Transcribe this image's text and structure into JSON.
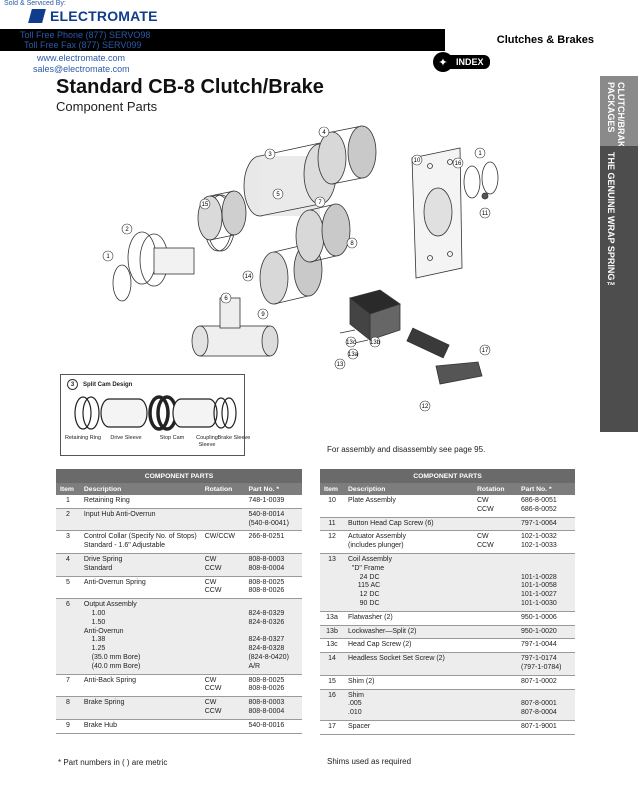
{
  "vendor": {
    "sold_by": "Sold & Serviced By:",
    "brand": "ELECTROMATE",
    "phone": "Toll Free Phone (877) SERVO98",
    "fax": "Toll Free Fax (877) SERV099",
    "web": "www.electromate.com",
    "email": "sales@electromate.com"
  },
  "header": {
    "section": "Clutches & Brakes",
    "index_label": "INDEX"
  },
  "side_tabs": [
    "CLUTCH/BRAKE PACKAGES",
    "THE GENUINE WRAP SPRING™"
  ],
  "page": {
    "title": "Standard CB-8 Clutch/Brake",
    "subtitle": "Component Parts"
  },
  "diagram": {
    "callouts": [
      "1",
      "2",
      "3",
      "4",
      "5",
      "6",
      "7",
      "8",
      "9",
      "10",
      "11",
      "12",
      "13",
      "13a",
      "13b",
      "13c",
      "14",
      "15",
      "16",
      "17",
      "1"
    ]
  },
  "split_cam": {
    "number": "3",
    "title": "Split Cam Design",
    "labels": [
      "Retaining Ring",
      "Drive Sleeve",
      "Stop Cam",
      "Coupling Sleeve",
      "Brake Sleeve"
    ]
  },
  "assembly_note": "For assembly and disassembly see page 95.",
  "tables": {
    "caption": "COMPONENT PARTS",
    "headers": [
      "Item",
      "Description",
      "Rotation",
      "Part No. *"
    ],
    "left_rows": [
      {
        "item": "1",
        "desc": "Retaining Ring",
        "rot": "",
        "part": "748-1-0039"
      },
      {
        "item": "2",
        "desc": "Input Hub Anti-Overrun",
        "rot": "",
        "part": "540-8-0014\n(540-8-0041)"
      },
      {
        "item": "3",
        "desc": "Control Collar (Specify No. of Stops)\nStandard - 1.6\" Adjustable",
        "rot": "CW/CCW",
        "part": "266-8-0251"
      },
      {
        "item": "4",
        "desc": "Drive Spring\nStandard",
        "rot": "CW\nCCW",
        "part": "808-8-0003\n808-8-0004"
      },
      {
        "item": "5",
        "desc": "Anti-Overrun Spring",
        "rot": "CW\nCCW",
        "part": "808-8-0025\n808-8-0026"
      },
      {
        "item": "6",
        "desc": "Output Assembly\n    1.00\n    1.50\nAnti-Overrun\n    1.38\n    1.25\n    (35.0 mm Bore)\n    (40.0 mm Bore)",
        "rot": "",
        "part": "\n824-8-0329\n824-8-0326\n\n824-8-0327\n824-8-0328\n(824-8-0420)\nA/R"
      },
      {
        "item": "7",
        "desc": "Anti-Back Spring",
        "rot": "CW\nCCW",
        "part": "808-8-0025\n808-8-0026"
      },
      {
        "item": "8",
        "desc": "Brake Spring",
        "rot": "CW\nCCW",
        "part": "808-8-0003\n808-8-0004"
      },
      {
        "item": "9",
        "desc": "Brake Hub",
        "rot": "",
        "part": "540-8-0016"
      }
    ],
    "right_rows": [
      {
        "item": "10",
        "desc": "Plate Assembly",
        "rot": "CW\nCCW",
        "part": "686-8-0051\n686-8-0052"
      },
      {
        "item": "11",
        "desc": "Button Head Cap Screw (6)",
        "rot": "",
        "part": "797-1-0064"
      },
      {
        "item": "12",
        "desc": "Actuator Assembly\n(includes plunger)",
        "rot": "CW\nCCW",
        "part": "102-1-0032\n102-1-0033"
      },
      {
        "item": "13",
        "desc": "Coil Assembly\n  \"D\" Frame\n      24 DC\n     115 AC\n      12 DC\n      90 DC",
        "rot": "",
        "part": "\n\n101-1-0028\n101-1-0058\n101-1-0027\n101-1-0030"
      },
      {
        "item": "13a",
        "desc": "Flatwasher (2)",
        "rot": "",
        "part": "950-1-0006"
      },
      {
        "item": "13b",
        "desc": "Lockwasher—Split (2)",
        "rot": "",
        "part": "950-1-0020"
      },
      {
        "item": "13c",
        "desc": "Head Cap Screw (2)",
        "rot": "",
        "part": "797-1-0044"
      },
      {
        "item": "14",
        "desc": "Headless Socket Set Screw (2)",
        "rot": "",
        "part": "797-1-0174\n(797-1-0784)"
      },
      {
        "item": "15",
        "desc": "Shim (2)",
        "rot": "",
        "part": "807-1-0002"
      },
      {
        "item": "16",
        "desc": "Shim\n.005\n.010",
        "rot": "",
        "part": "\n807-8-0001\n807-8-0004"
      },
      {
        "item": "17",
        "desc": "Spacer",
        "rot": "",
        "part": "807-1-9001"
      }
    ]
  },
  "footnotes": {
    "left": "* Part numbers in ( ) are metric",
    "right": "Shims used as required"
  }
}
